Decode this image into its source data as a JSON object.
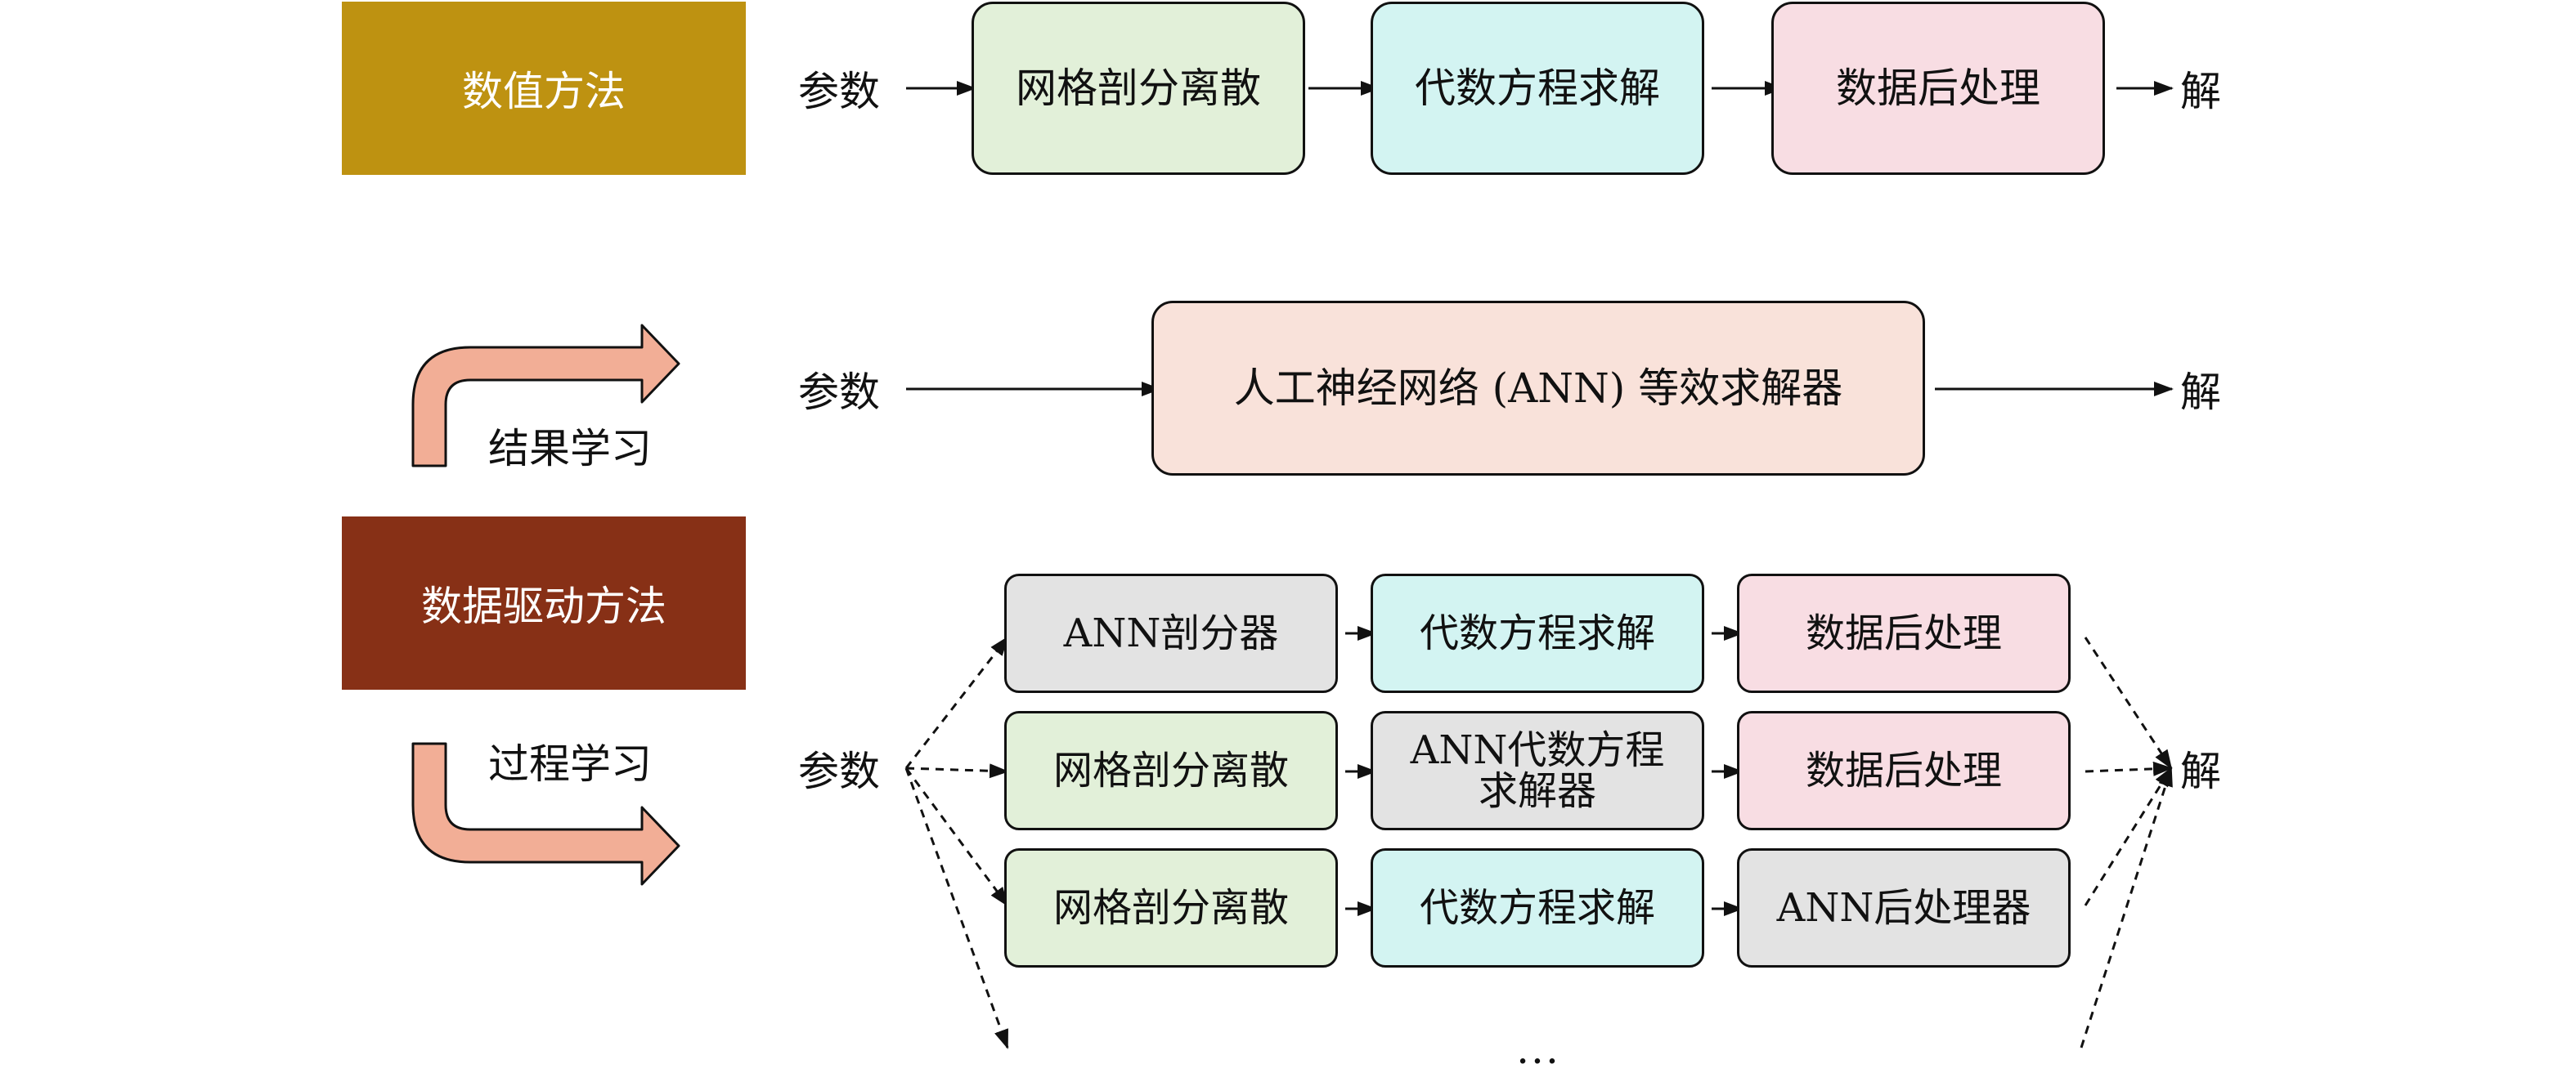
{
  "colors": {
    "numerical_block": "#BE9211",
    "datadriven_block": "#873016",
    "mesh": "#E2F0D9",
    "algebra": "#D3F4F2",
    "post": "#F8DDE3",
    "ann_equiv": "#F9E2DA",
    "ann_grey": "#E3E3E3",
    "arrow_fill": "#F2AE96"
  },
  "left": {
    "numerical_method": "数值方法",
    "data_driven_method": "数据驱动方法",
    "result_learning": "结果学习",
    "process_learning": "过程学习"
  },
  "row1": {
    "input": "参数",
    "mesh": "网格剖分离散",
    "algebra": "代数方程求解",
    "post": "数据后处理",
    "output": "解"
  },
  "row2": {
    "input": "参数",
    "ann_solver": "人工神经网络 (ANN) 等效求解器",
    "output": "解"
  },
  "process": {
    "input": "参数",
    "output": "解",
    "ellipsis": "...",
    "row_a": {
      "box1": "ANN剖分器",
      "box2": "代数方程求解",
      "box3": "数据后处理"
    },
    "row_b": {
      "box1": "网格剖分离散",
      "box2_line1": "ANN代数方程",
      "box2_line2": "求解器",
      "box3": "数据后处理"
    },
    "row_c": {
      "box1": "网格剖分离散",
      "box2": "代数方程求解",
      "box3": "ANN后处理器"
    }
  }
}
